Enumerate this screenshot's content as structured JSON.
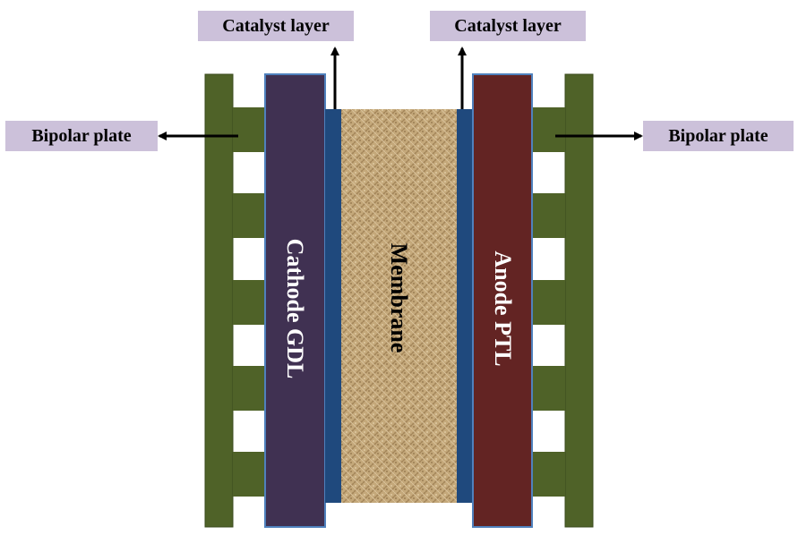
{
  "labels": {
    "catalyst_left": "Catalyst layer",
    "catalyst_right": "Catalyst layer",
    "bipolar_left": "Bipolar plate",
    "bipolar_right": "Bipolar plate",
    "cathode": "Cathode GDL",
    "membrane": "Membrane",
    "anode": "Anode PTL"
  },
  "colors": {
    "bipolar_plate": "#4f6228",
    "cathode_gdl": "#403152",
    "catalyst_layer": "#1f497d",
    "membrane": "#c4a87a",
    "anode_ptl": "#632423",
    "label_background": "#ccc1da",
    "border": "#4f81bd"
  }
}
